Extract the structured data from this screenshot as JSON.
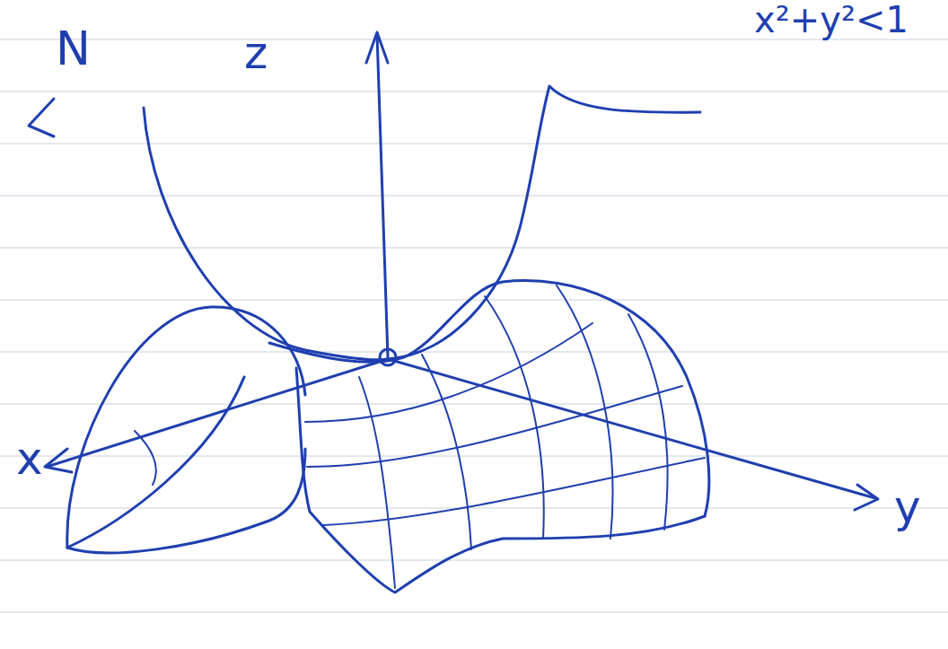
{
  "diagram": {
    "labels": [
      "N",
      "z",
      "x",
      "y",
      "x²+y²<1"
    ]
  }
}
